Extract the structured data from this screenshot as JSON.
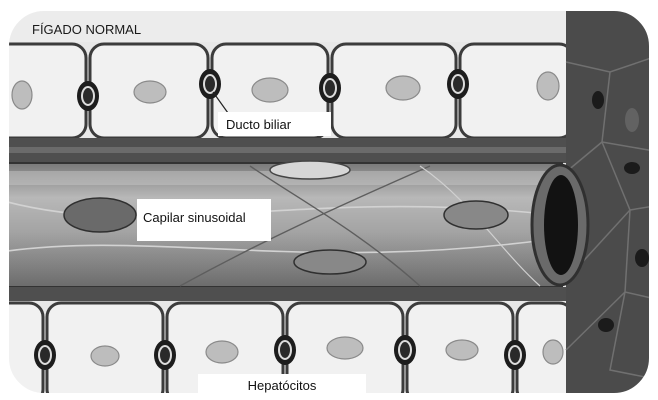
{
  "title": "FÍGADO NORMAL",
  "labels": {
    "bile_duct": "Ducto biliar",
    "sinusoidal_capillary": "Capilar sinusoidal",
    "hepatocytes": "Hepatócitos"
  },
  "colors": {
    "hepatocyte_fill": "#f1f1f1",
    "cell_border": "#3c3c3c",
    "tissue": "#4b4b4b"
  }
}
